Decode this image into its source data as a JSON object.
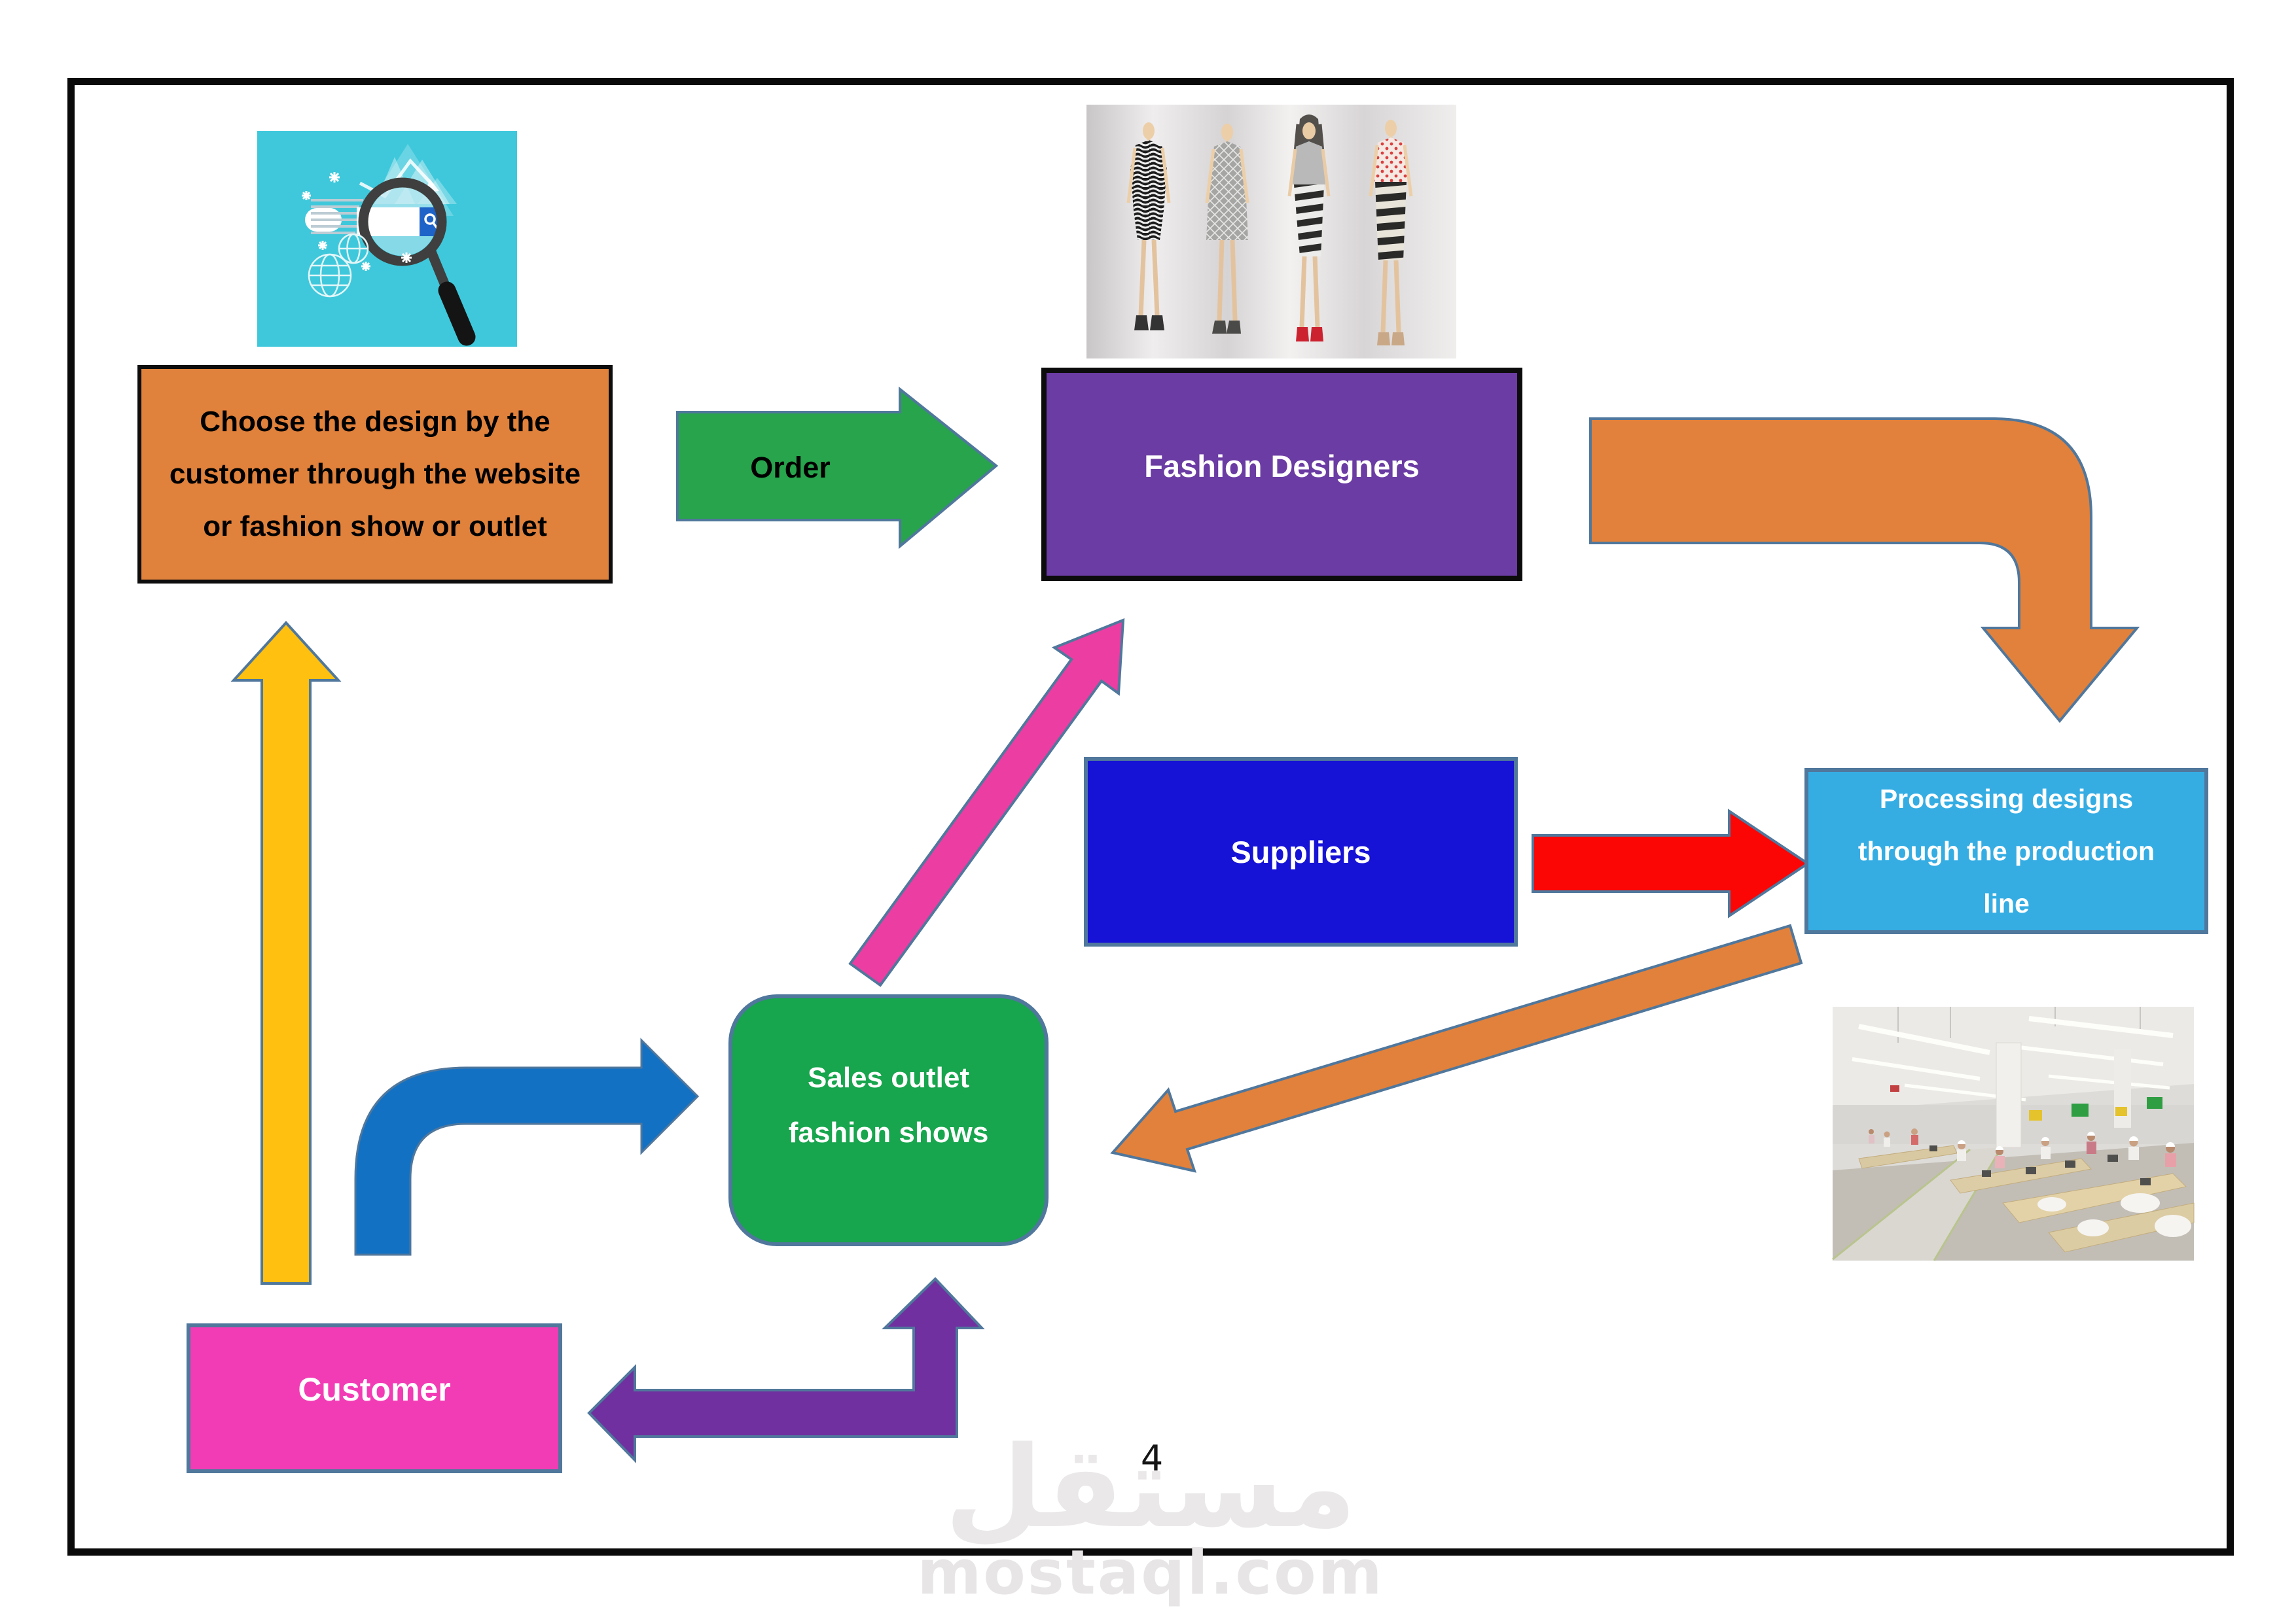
{
  "page": {
    "number": "4",
    "watermark": {
      "arabic": "مستقل",
      "domain": "mostaql.com"
    },
    "frame_color": "#0a0a0a",
    "background": "#ffffff"
  },
  "palette": {
    "outline": "#50779C"
  },
  "nodes": {
    "choose_design": {
      "label": "Choose the design by the customer through the website or fashion show or outlet",
      "bg": "#E0813C"
    },
    "fashion_designers": {
      "label": "Fashion Designers",
      "bg": "#6B3CA3"
    },
    "suppliers": {
      "label": "Suppliers",
      "bg": "#1612D6"
    },
    "processing": {
      "label": "Processing designs through the production line",
      "bg": "#35ADE3"
    },
    "sales_outlet": {
      "label": "Sales outlet fashion shows",
      "bg": "#17A54D"
    },
    "customer": {
      "label": "Customer",
      "bg": "#F23CB5"
    }
  },
  "arrows": {
    "order": {
      "label": "Order",
      "color": "#27A44C"
    },
    "designers_to_production": {
      "color": "#E2813B"
    },
    "suppliers_to_production": {
      "color": "#FB0505"
    },
    "sales_to_designers": {
      "color": "#EC3DA2"
    },
    "production_to_sales": {
      "color": "#E2813B"
    },
    "customer_to_sales": {
      "color": "#1371C3"
    },
    "customer_to_choose": {
      "color": "#FFC010"
    },
    "customer_sales_two_way": {
      "color": "#7030A0"
    }
  },
  "images": {
    "search_illustration": {
      "bg": "#3FC8DB"
    }
  }
}
